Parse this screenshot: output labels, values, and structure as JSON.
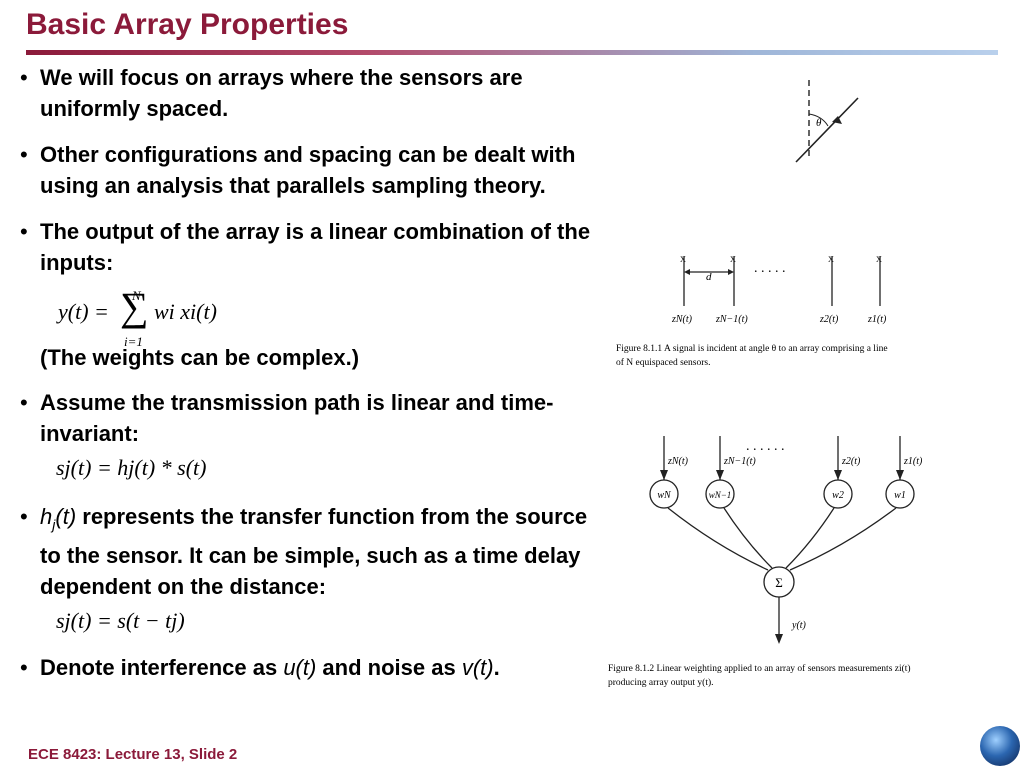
{
  "slide": {
    "title": "Basic Array Properties",
    "footer": "ECE 8423: Lecture 13, Slide 2"
  },
  "bullets": {
    "b1": "We will focus on arrays where the sensors are uniformly spaced.",
    "b2": "Other configurations and spacing can be dealt with using an analysis that parallels sampling theory.",
    "b3": "The output of the array is a linear combination of the inputs:",
    "b3_note": "(The weights can be complex.)",
    "b4": "Assume the transmission path is linear and time-invariant:",
    "b5_h": "h",
    "b5_sub": "j",
    "b5_t": "(t)",
    "b5_rest": " represents the transfer function from the source to the sensor. It can be simple, such as a time delay dependent on the distance:",
    "b6_pre": "Denote interference as ",
    "b6_u": "u(t)",
    "b6_mid": " and noise as ",
    "b6_v": "v(t)",
    "b6_end": "."
  },
  "equations": {
    "eq1_lhs": "y(t) =",
    "eq1_sum": "∑",
    "eq1_upper": "N",
    "eq1_lower": "i=1",
    "eq1_rhs": "wi xi(t)",
    "eq2": "sj(t) = hj(t) * s(t)",
    "eq3": "sj(t) = s(t − tj)"
  },
  "figure1": {
    "theta": "θ",
    "d_label": "d",
    "dots": ". . . . .",
    "labels": [
      "zN(t)",
      "zN−1(t)",
      "z2(t)",
      "z1(t)"
    ],
    "caption_l1": "Figure 8.1.1  A signal is incident at angle θ to an array comprising a line",
    "caption_l2": "of N equispaced sensors."
  },
  "figure2": {
    "inputs": [
      "zN(t)",
      "zN−1(t)",
      "z2(t)",
      "z1(t)"
    ],
    "weights": [
      "wN",
      "wN−1",
      "w2",
      "w1"
    ],
    "dots": ". . . . . .",
    "sum": "Σ",
    "output": "y(t)",
    "caption_l1": "Figure 8.1.2  Linear weighting applied to an array of sensors measurements zi(t)",
    "caption_l2": "producing array output y(t)."
  },
  "colors": {
    "title": "#8b1a3a",
    "text": "#000000"
  },
  "icons": [
    "globe-logo-icon"
  ]
}
